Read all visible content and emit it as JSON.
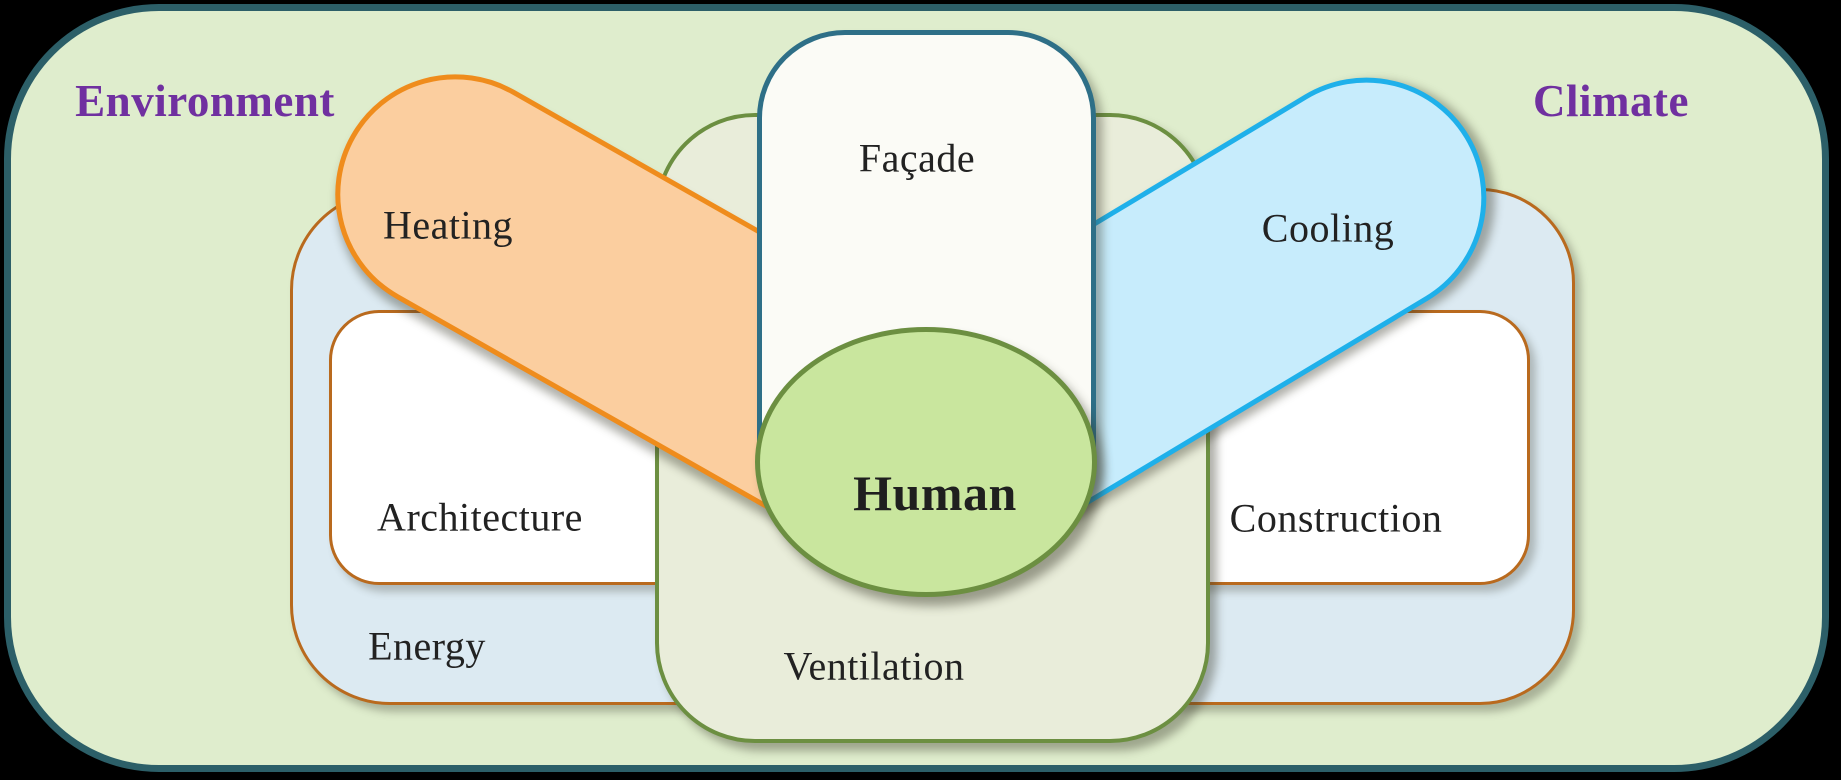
{
  "diagram": {
    "outer": {
      "environment_label": "Environment",
      "climate_label": "Climate"
    },
    "nodes": {
      "heating": "Heating",
      "cooling": "Cooling",
      "facade": "Façade",
      "human": "Human",
      "architecture": "Architecture",
      "construction": "Construction",
      "energy": "Energy",
      "ventilation": "Ventilation"
    },
    "colors": {
      "page_background": "#000000",
      "environment_fill": "#dfedcd",
      "environment_border": "#2c5f68",
      "title_text": "#7030a0",
      "label_text": "#222222",
      "heating_fill": "#fbce9f",
      "heating_border": "#ef8c1c",
      "cooling_fill": "#c7ecfc",
      "cooling_border": "#1fb0ea",
      "energy_box_fill": "#dceaf2",
      "energy_box_border": "#b96a1e",
      "white_box_fill": "#ffffff",
      "ventilation_fill": "#e9edda",
      "ventilation_border": "#6c8f41",
      "human_fill": "#c9e69e",
      "facade_fill": "#fbfbf6",
      "facade_border": "#2e6f87"
    }
  }
}
